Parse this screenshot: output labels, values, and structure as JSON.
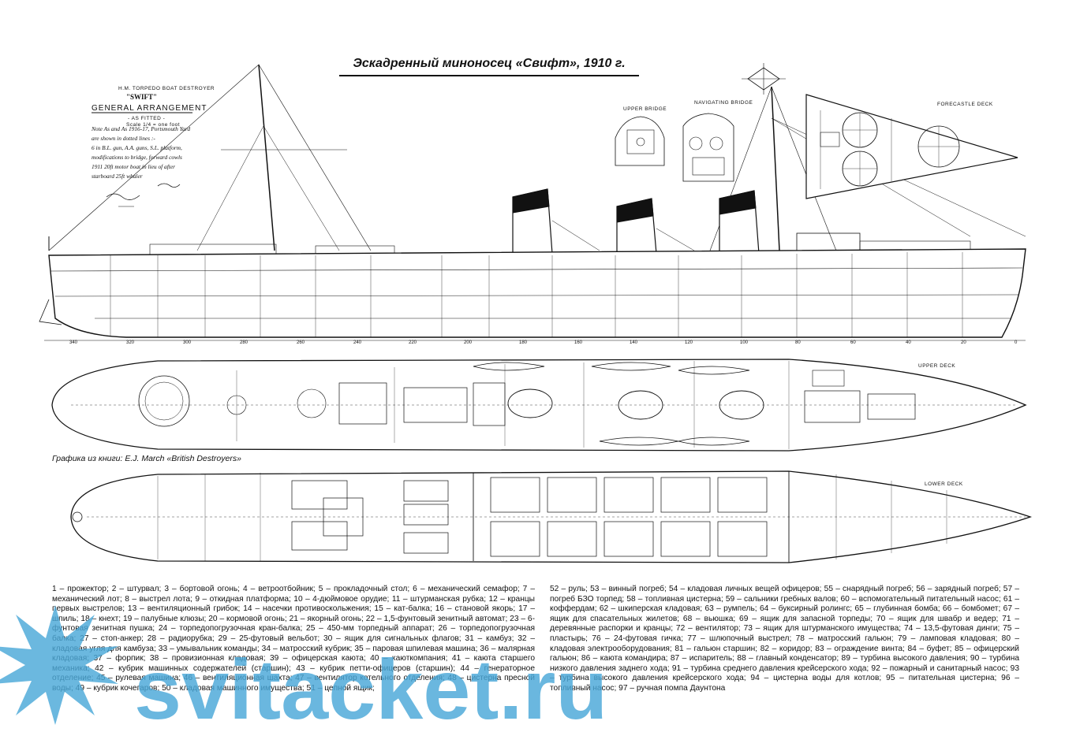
{
  "title": "Эскадренный миноносец «Свифт», 1910 г.",
  "plan_header": {
    "line1": "H.M. TORPEDO BOAT DESTROYER",
    "name": "\"SWIFT\"",
    "subtitle": "GENERAL ARRANGEMENT",
    "as_fitted": "- AS FITTED -",
    "scale": "Scale 1/4 = one foot",
    "note_lines": [
      "Note  As and As 1916-17, Portsmouth Yard",
      "are shown in dotted lines :-",
      "6 in B.L. gun, A.A. guns, S.L. platform,",
      "modifications to bridge, forward cowls",
      "1911 20ft motor boat in lieu of after",
      "starboard 25ft whaler"
    ]
  },
  "view_labels": {
    "upper_bridge": "UPPER BRIDGE",
    "navigating_bridge": "NAVIGATING BRIDGE",
    "forecastle_deck": "FORECASTLE DECK",
    "upper_deck": "UPPER DECK",
    "lower_deck": "LOWER DECK"
  },
  "frame_scale": [
    "340",
    "320",
    "300",
    "280",
    "260",
    "240",
    "220",
    "200",
    "180",
    "160",
    "140",
    "120",
    "100",
    "80",
    "60",
    "40",
    "20",
    "0"
  ],
  "credit": "Графика из книги: E.J. March «British Destroyers»",
  "legend_left": "1 – прожектор; 2 – штурвал; 3 – бортовой огонь; 4 – ветроотбойник; 5 – прокладочный стол; 6 – механический семафор; 7 – механический лот; 8 – выстрел лота; 9 – откидная платформа; 10 – 4-дюймовое орудие; 11 – штурманская рубка; 12 – кранцы первых выстрелов; 13 – вентиляционный грибок; 14 – насечки противоскольжения; 15 – кат-балка; 16 – становой якорь; 17 – шпиль; 18 – кнехт; 19 – палубные клюзы; 20 – кормовой огонь; 21 – якорный огонь; 22 – 1,5-фунтовый зенитный автомат; 23 – 6-фунтовая зенитная пушка; 24 – торпедопогрузочная кран-балка; 25 – 450-мм торпедный аппарат; 26 – торпедопогрузочная балка; 27 – стоп-анкер; 28 – радиорубка; 29 – 25-футовый вельбот; 30 – ящик для сигнальных флагов; 31 – камбуз; 32 – кладовая угля для камбуза; 33 – умывальник команды; 34 – матросский кубрик; 35 – паровая шпилевая машина; 36 – малярная кладовая; 37 – форпик; 38 – провизионная кладовая; 39 – офицерская каюта; 40 – каюткомпания; 41 – каюта старшего механика; 42 – кубрик машинных содержателей (старшин); 43 – кубрик петти-офицеров (старшин); 44 – генераторное отделение; 45 – рулевая машина; 46 – вентиляционная шахта; 47 – вентилятор котельного отделения; 48 – цистерна пресной воды; 49 – кубрик кочегаров; 50 – кладовая машинного имущества; 51 – цепной ящик;",
  "legend_right": "52 – руль; 53 – винный погреб; 54 – кладовая личных вещей офицеров; 55 – снарядный погреб; 56 – зарядный погреб; 57 – погреб БЗО торпед; 58 – топливная цистерна; 59 – сальники гребных валов; 60 – вспомогательный питательный насос; 61 – коффердам; 62 – шкиперская кладовая; 63 – румпель; 64 – буксирный ролингс; 65 – глубинная бомба; 66 – бомбомет; 67 – ящик для спасательных жилетов; 68 – вьюшка; 69 – ящик для запасной торпеды; 70 – ящик для швабр и ведер; 71 – деревянные распорки и кранцы; 72 – вентилятор; 73 – ящик для штурманского имущества; 74 – 13,5-футовая динги; 75 – пластырь; 76 – 24-футовая гичка; 77 – шлюпочный выстрел; 78 – матросский гальюн; 79 – ламповая кладовая; 80 – кладовая электрооборудования; 81 – гальюн старшин; 82 – коридор; 83 – ограждение винта; 84 – буфет; 85 – офицерский гальюн; 86 – каюта командира; 87 – испаритель; 88 – главный конденсатор; 89 – турбина высокого давления; 90 – турбина низкого давления заднего хода; 91 – турбина среднего давления крейсерского хода; 92 – пожарный и санитарный насос; 93 – турбина высокого давления крейсерского хода; 94 – цистерна воды для котлов; 95 – питательная цистерна; 96 – топливный насос; 97 – ручная помпа Даунтона",
  "watermark": "svitacket.ru",
  "colors": {
    "ink": "#111111",
    "paper": "#ffffff",
    "watermark": "#4aa8d8"
  }
}
